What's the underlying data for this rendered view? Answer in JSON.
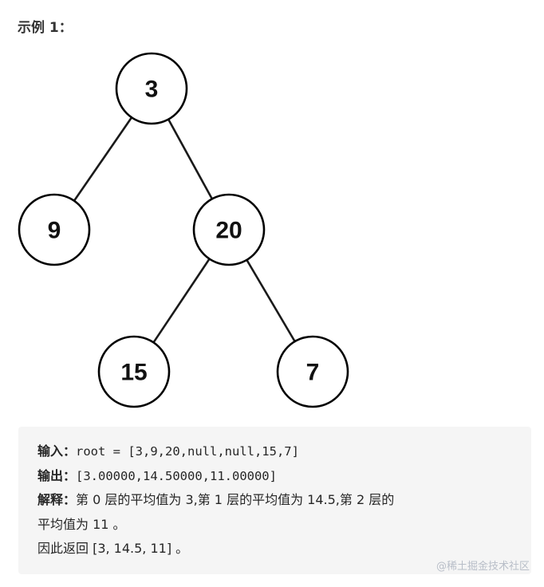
{
  "heading": "示例 1：",
  "tree": {
    "nodes": [
      {
        "id": "root",
        "value": "3"
      },
      {
        "id": "left",
        "value": "9"
      },
      {
        "id": "right",
        "value": "20"
      },
      {
        "id": "right-left",
        "value": "15"
      },
      {
        "id": "right-right",
        "value": "7"
      }
    ],
    "edges": [
      {
        "from": "root",
        "to": "left"
      },
      {
        "from": "root",
        "to": "right"
      },
      {
        "from": "right",
        "to": "right-left"
      },
      {
        "from": "right",
        "to": "right-right"
      }
    ]
  },
  "example": {
    "input_label": "输入：",
    "input_value": "root = [3,9,20,null,null,15,7]",
    "output_label": "输出：",
    "output_value": "[3.00000,14.50000,11.00000]",
    "explain_label": "解释：",
    "explain_line1": "第 0 层的平均值为 3,第 1 层的平均值为 14.5,第 2 层的",
    "explain_line2": "平均值为 11 。",
    "result_line": "因此返回 [3, 14.5, 11] 。"
  },
  "watermark": "@稀土掘金技术社区"
}
